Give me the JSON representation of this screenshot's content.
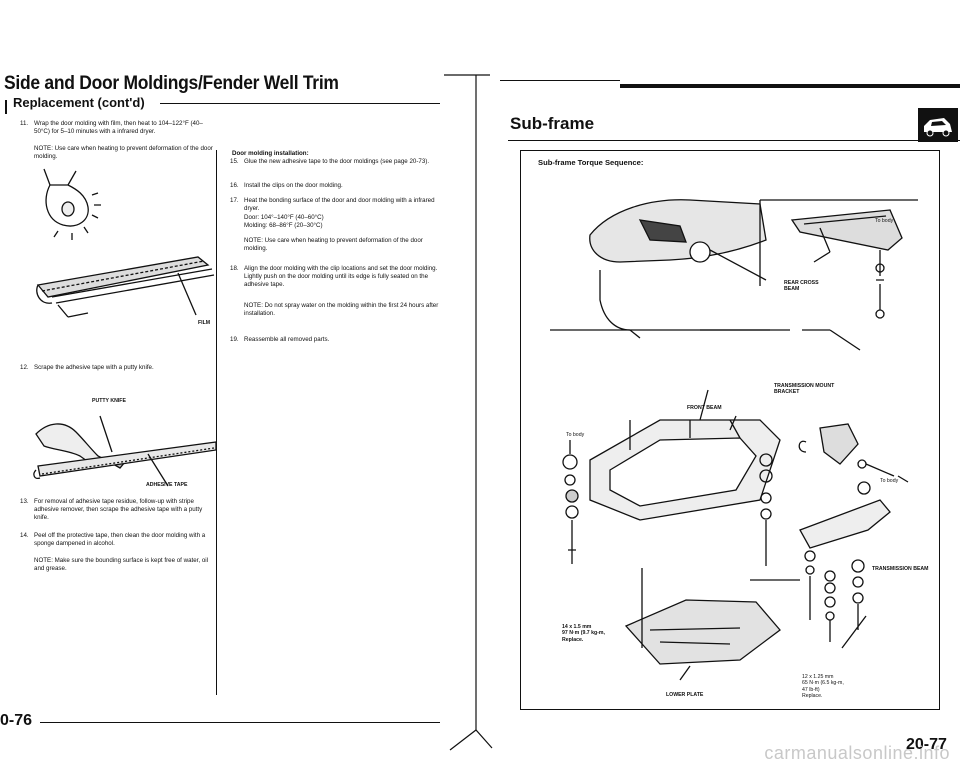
{
  "left_page": {
    "title": "Side and Door Moldings/Fender Well Trim",
    "subtitle": "Replacement (cont'd)",
    "steps_left": [
      {
        "num": "11.",
        "text": "Wrap the door molding with film, then heat to 104–122°F (40–50°C) for 5–10 minutes with a infrared dryer."
      },
      {
        "num": "",
        "text": "NOTE: Use care when heating to prevent deformation of the door molding."
      },
      {
        "num": "12.",
        "text": "Scrape the adhesive tape with a putty knife."
      },
      {
        "num": "13.",
        "text": "For removal of adhesive tape residue, follow-up with stripe adhesive remover, then scrape the adhesive tape with a putty knife."
      },
      {
        "num": "14.",
        "text": "Peel off the protective tape, then clean the door molding with a sponge dampened in alcohol."
      },
      {
        "num": "",
        "text": "NOTE: Make sure the bounding surface is kept free of water, oil and grease."
      }
    ],
    "labels": {
      "film": "FILM",
      "putty_knife": "PUTTY KNIFE",
      "adhesive_tape": "ADHESIVE TAPE"
    },
    "install_heading": "Door molding installation:",
    "steps_right": [
      {
        "num": "15.",
        "text": "Glue the new adhesive tape to the door moldings (see page 20-73)."
      },
      {
        "num": "16.",
        "text": "Install the clips on the door molding."
      },
      {
        "num": "17.",
        "text": "Heat the bonding surface of the door and door molding with a infrared dryer."
      },
      {
        "num": "",
        "text": "Door: 104°–140°F (40–60°C)"
      },
      {
        "num": "",
        "text": "Molding: 68–86°F (20–30°C)"
      },
      {
        "num": "",
        "text": "NOTE: Use care when heating to prevent deformation of the door molding."
      },
      {
        "num": "18.",
        "text": "Align the door molding with the clip locations and set the door molding. Lightly push on the door molding until its edge is fully seated on the adhesive tape."
      },
      {
        "num": "",
        "text": "NOTE: Do not spray water on the molding within the first 24 hours after installation."
      },
      {
        "num": "19.",
        "text": "Reassemble all removed parts."
      }
    ],
    "page_number": "0-76"
  },
  "right_page": {
    "title": "Sub-frame",
    "sequence_label": "Sub-frame Torque Sequence:",
    "labels": {
      "to_body_1": "To body",
      "rear_cross_beam": "REAR CROSS BEAM",
      "transmission_mount_bracket": "TRANSMISSION MOUNT BRACKET",
      "front_beam": "FRONT BEAM",
      "to_body_2": "To body",
      "to_body_3": "To body",
      "transmission_beam": "TRANSMISSION BEAM",
      "lower_plate": "LOWER PLATE"
    },
    "spec_left": [
      "14 x 1.5 mm",
      "97 N·m (9.7 kg-m,",
      "Replace."
    ],
    "spec_right": [
      "12 x 1.25 mm",
      "65 N·m (6.5 kg-m,",
      "47 lb-ft)",
      "Replace."
    ],
    "page_number": "20-77"
  },
  "watermark": "carmanualsonline.info"
}
